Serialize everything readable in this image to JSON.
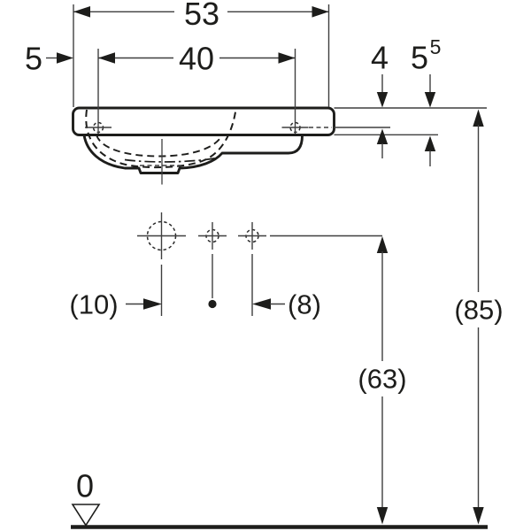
{
  "drawing": {
    "labels": {
      "total_width": "53",
      "taphole_width": "40",
      "left_offset": "5",
      "rim_to_holes": "4",
      "rim_to_edge_main": "5",
      "rim_to_edge_sup": "5",
      "drain_to_supply": "(10)",
      "supply_spacing": "(8)",
      "supply_height": "(63)",
      "rim_height": "(85)",
      "floor_level": "0"
    },
    "colors": {
      "ink": "#1d1d1b",
      "dimension_line": "#3f3f3f",
      "background": "#ffffff"
    }
  }
}
